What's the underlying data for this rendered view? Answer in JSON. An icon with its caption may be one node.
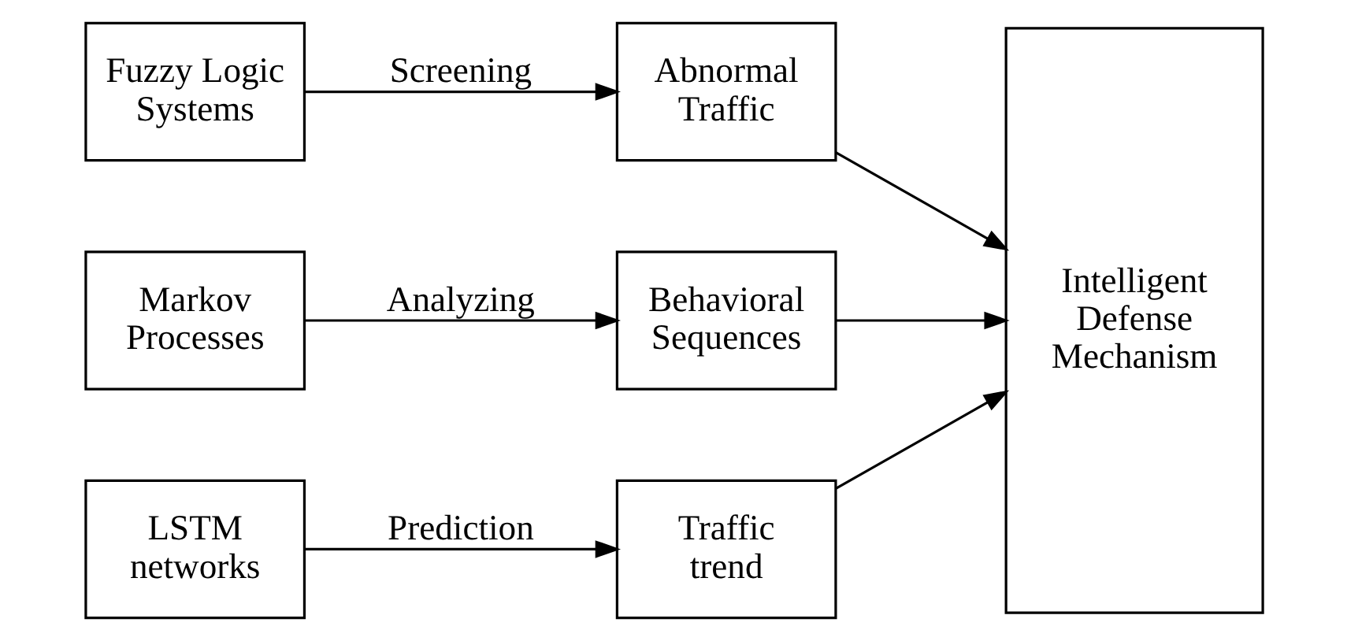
{
  "diagram": {
    "nodes": [
      {
        "text": [
          "Fuzzy Logic Systems"
        ]
      },
      {
        "text": [
          "Abnormal Traffic"
        ]
      },
      {
        "text": [
          "Markov Processes"
        ]
      },
      {
        "text": [
          "Behavioral Sequences"
        ]
      },
      {
        "text": [
          "LSTM networks"
        ]
      },
      {
        "text": [
          "Traffic trend"
        ]
      },
      {
        "text": [
          "Intelligent Defense Mechanism"
        ]
      }
    ],
    "edges": [
      {
        "from": 0,
        "to": 1,
        "arrow": "to",
        "label": "Screening"
      },
      {
        "from": 2,
        "to": 3,
        "arrow": "to",
        "label": "Analyzing"
      },
      {
        "from": 4,
        "to": 5,
        "arrow": "to",
        "label": "Prediction"
      },
      {
        "from": 1,
        "to": 6,
        "arrow": "to"
      },
      {
        "from": 3,
        "to": 6,
        "arrow": "to"
      },
      {
        "from": 5,
        "to": 6,
        "arrow": "to"
      }
    ]
  }
}
